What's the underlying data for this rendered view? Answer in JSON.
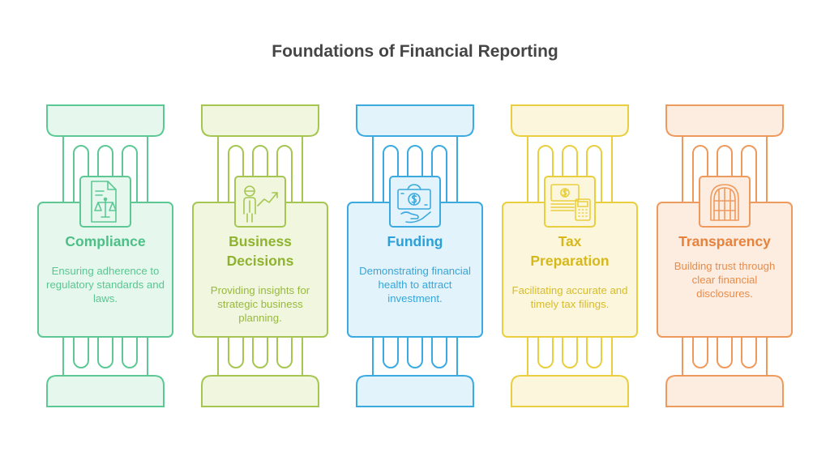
{
  "title": "Foundations of Financial Reporting",
  "pillars": [
    {
      "heading": "Compliance",
      "description": "Ensuring adherence to regulatory standards and laws.",
      "icon": "document-scales-icon",
      "stroke": "#5ec895",
      "fill": "#e6f8ee",
      "text": "#4cbf86",
      "desc_text": "#59c690"
    },
    {
      "heading": "Business Decisions",
      "description": "Providing insights for strategic business planning.",
      "icon": "person-growth-chart-icon",
      "stroke": "#a6c654",
      "fill": "#f1f7df",
      "text": "#8fb32f",
      "desc_text": "#98b83e"
    },
    {
      "heading": "Funding",
      "description": "Demonstrating financial health to attract investment.",
      "icon": "hand-money-icon",
      "stroke": "#3aaae0",
      "fill": "#e3f3fb",
      "text": "#2b9fd8",
      "desc_text": "#35a5da"
    },
    {
      "heading": "Tax Preparation",
      "description": "Facilitating accurate and timely tax filings.",
      "icon": "cash-calculator-icon",
      "stroke": "#e9cf3f",
      "fill": "#fcf7dc",
      "text": "#d7b81c",
      "desc_text": "#d8bb2a"
    },
    {
      "heading": "Transparency",
      "description": "Building trust through clear financial disclosures.",
      "icon": "arched-window-icon",
      "stroke": "#ef9a5d",
      "fill": "#fdece0",
      "text": "#e6823c",
      "desc_text": "#e78d4c"
    }
  ]
}
